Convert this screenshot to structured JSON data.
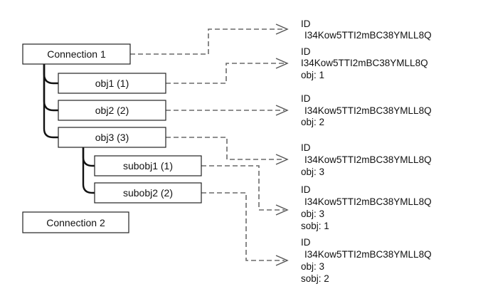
{
  "nodes": {
    "connection1": "Connection 1",
    "obj1": "obj1 (1)",
    "obj2": "obj2 (2)",
    "obj3": "obj3 (3)",
    "subobj1": "subobj1 (1)",
    "subobj2": "subobj2 (2)",
    "connection2": "Connection 2"
  },
  "id_blocks": [
    {
      "label": "ID",
      "value": "I34Kow5TTI2mBC38YMLL8Q",
      "lines": []
    },
    {
      "label": "ID",
      "value": "I34Kow5TTI2mBC38YMLL8Q",
      "lines": [
        "obj: 1"
      ]
    },
    {
      "label": "ID",
      "value": "I34Kow5TTI2mBC38YMLL8Q",
      "lines": [
        "obj: 2"
      ]
    },
    {
      "label": "ID",
      "value": "I34Kow5TTI2mBC38YMLL8Q",
      "lines": [
        "obj: 3"
      ]
    },
    {
      "label": "ID",
      "value": "I34Kow5TTI2mBC38YMLL8Q",
      "lines": [
        "obj: 3",
        "sobj: 1"
      ]
    },
    {
      "label": "ID",
      "value": "I34Kow5TTI2mBC38YMLL8Q",
      "lines": [
        "obj: 3",
        "sobj: 2"
      ]
    }
  ]
}
